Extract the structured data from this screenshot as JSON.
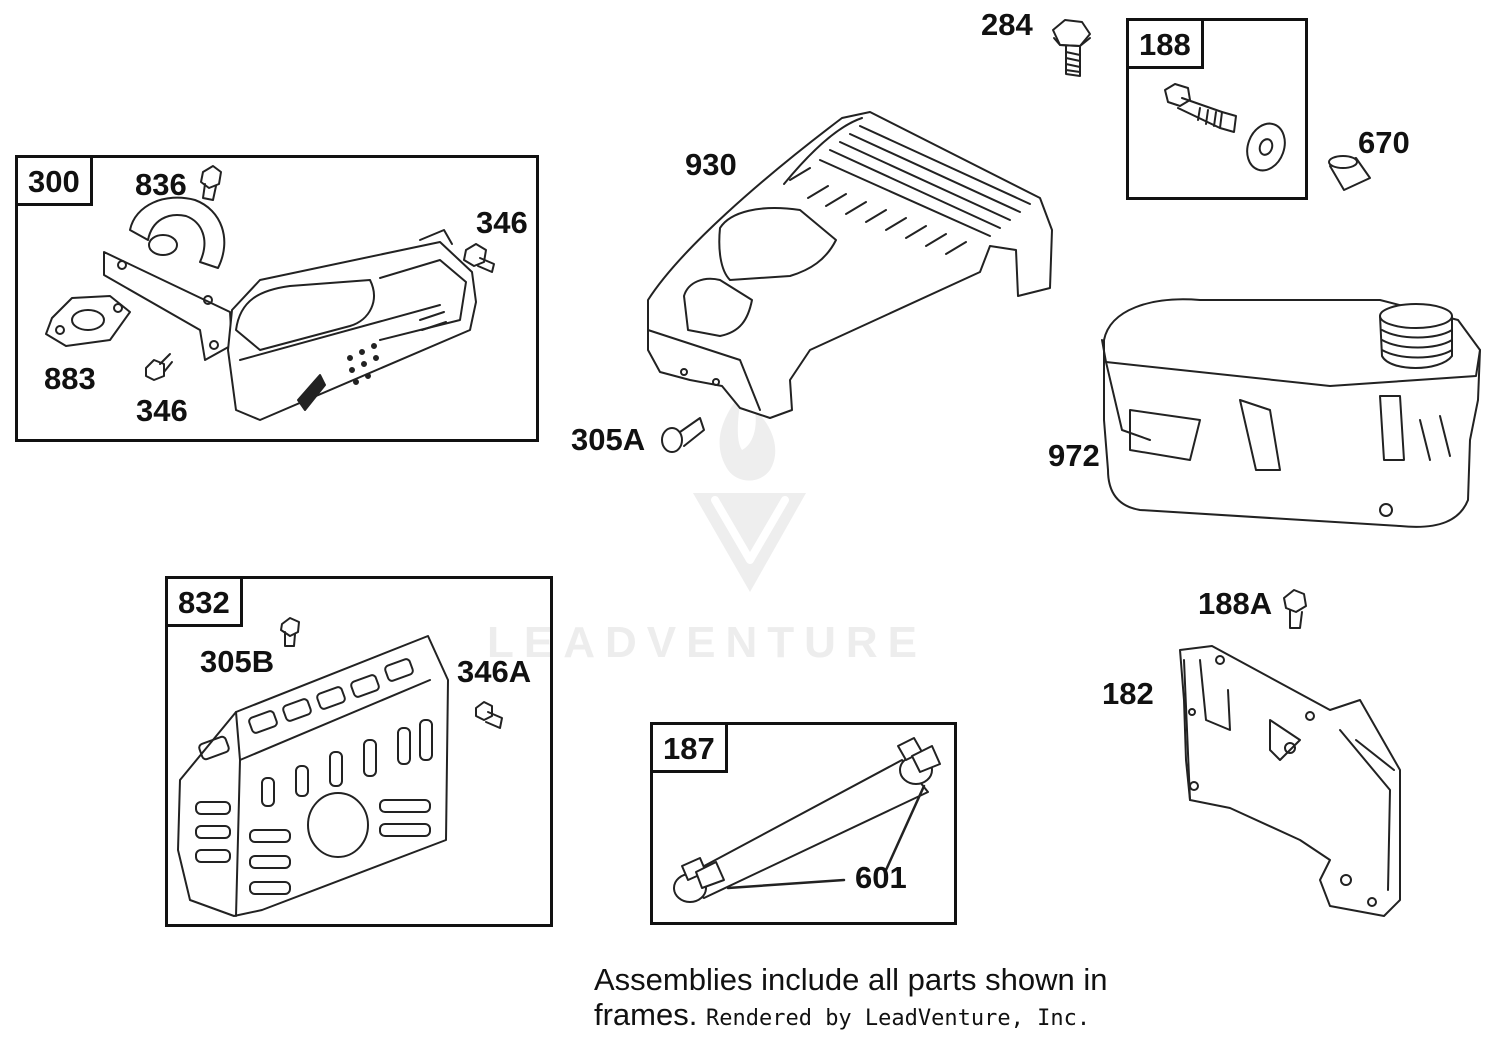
{
  "frames": {
    "f300": "300",
    "f188": "188",
    "f832": "832",
    "f187": "187"
  },
  "parts": {
    "p284": "284",
    "p836": "836",
    "p346a": "346",
    "p883": "883",
    "p346b": "346",
    "p930": "930",
    "p305A": "305A",
    "p670": "670",
    "p972": "972",
    "p305B": "305B",
    "p346A": "346A",
    "p188A": "188A",
    "p182": "182",
    "p601": "601"
  },
  "footer": {
    "note": "Assemblies include all parts shown in frames.",
    "credit": "Rendered by LeadVenture, Inc."
  },
  "watermark": {
    "text": "LEADVENTURE",
    "color": "#ededed"
  }
}
